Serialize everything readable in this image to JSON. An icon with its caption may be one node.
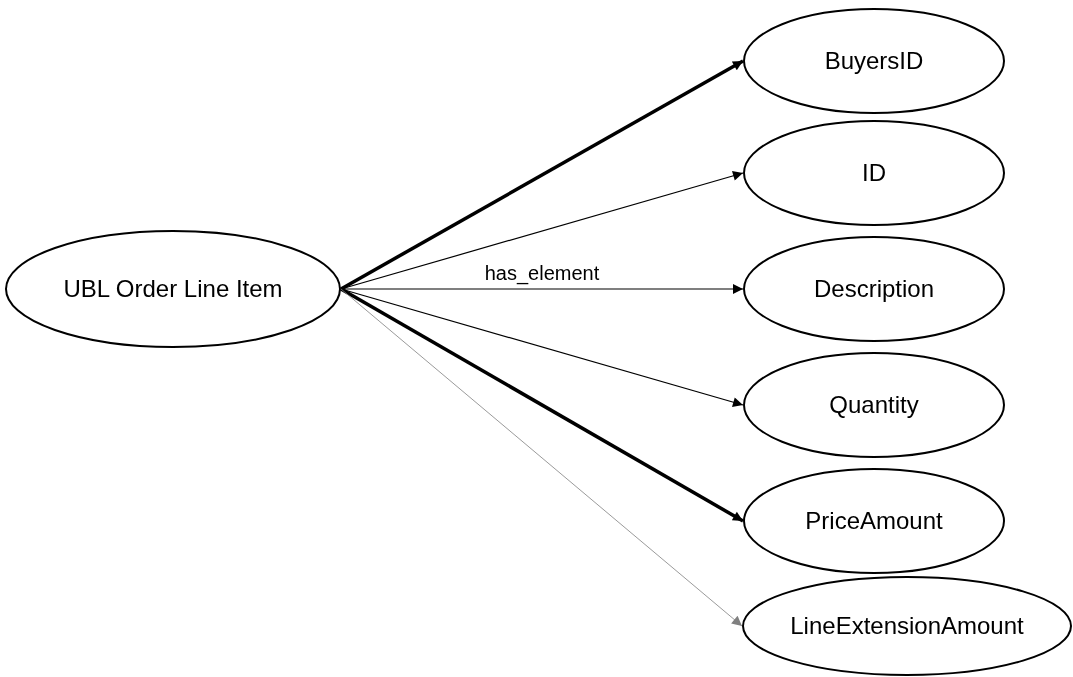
{
  "diagram": {
    "nodes": [
      {
        "text": [
          "UBL Order Line Item"
        ]
      },
      {
        "text": [
          "BuyersID"
        ]
      },
      {
        "text": [
          "ID"
        ]
      },
      {
        "text": [
          "Description"
        ]
      },
      {
        "text": [
          "Quantity"
        ]
      },
      {
        "text": [
          "PriceAmount"
        ]
      },
      {
        "text": [
          "LineExtensionAmount"
        ]
      }
    ],
    "edges": [
      {
        "from": 0,
        "to": 1,
        "arrow": "to",
        "style": "thick"
      },
      {
        "from": 0,
        "to": 2,
        "arrow": "to"
      },
      {
        "from": 0,
        "to": 3,
        "arrow": "to",
        "label": "has_element"
      },
      {
        "from": 0,
        "to": 4,
        "arrow": "to"
      },
      {
        "from": 0,
        "to": 5,
        "arrow": "to",
        "style": "thick"
      },
      {
        "from": 0,
        "to": 6,
        "arrow": "to",
        "color": "#808080"
      }
    ]
  }
}
